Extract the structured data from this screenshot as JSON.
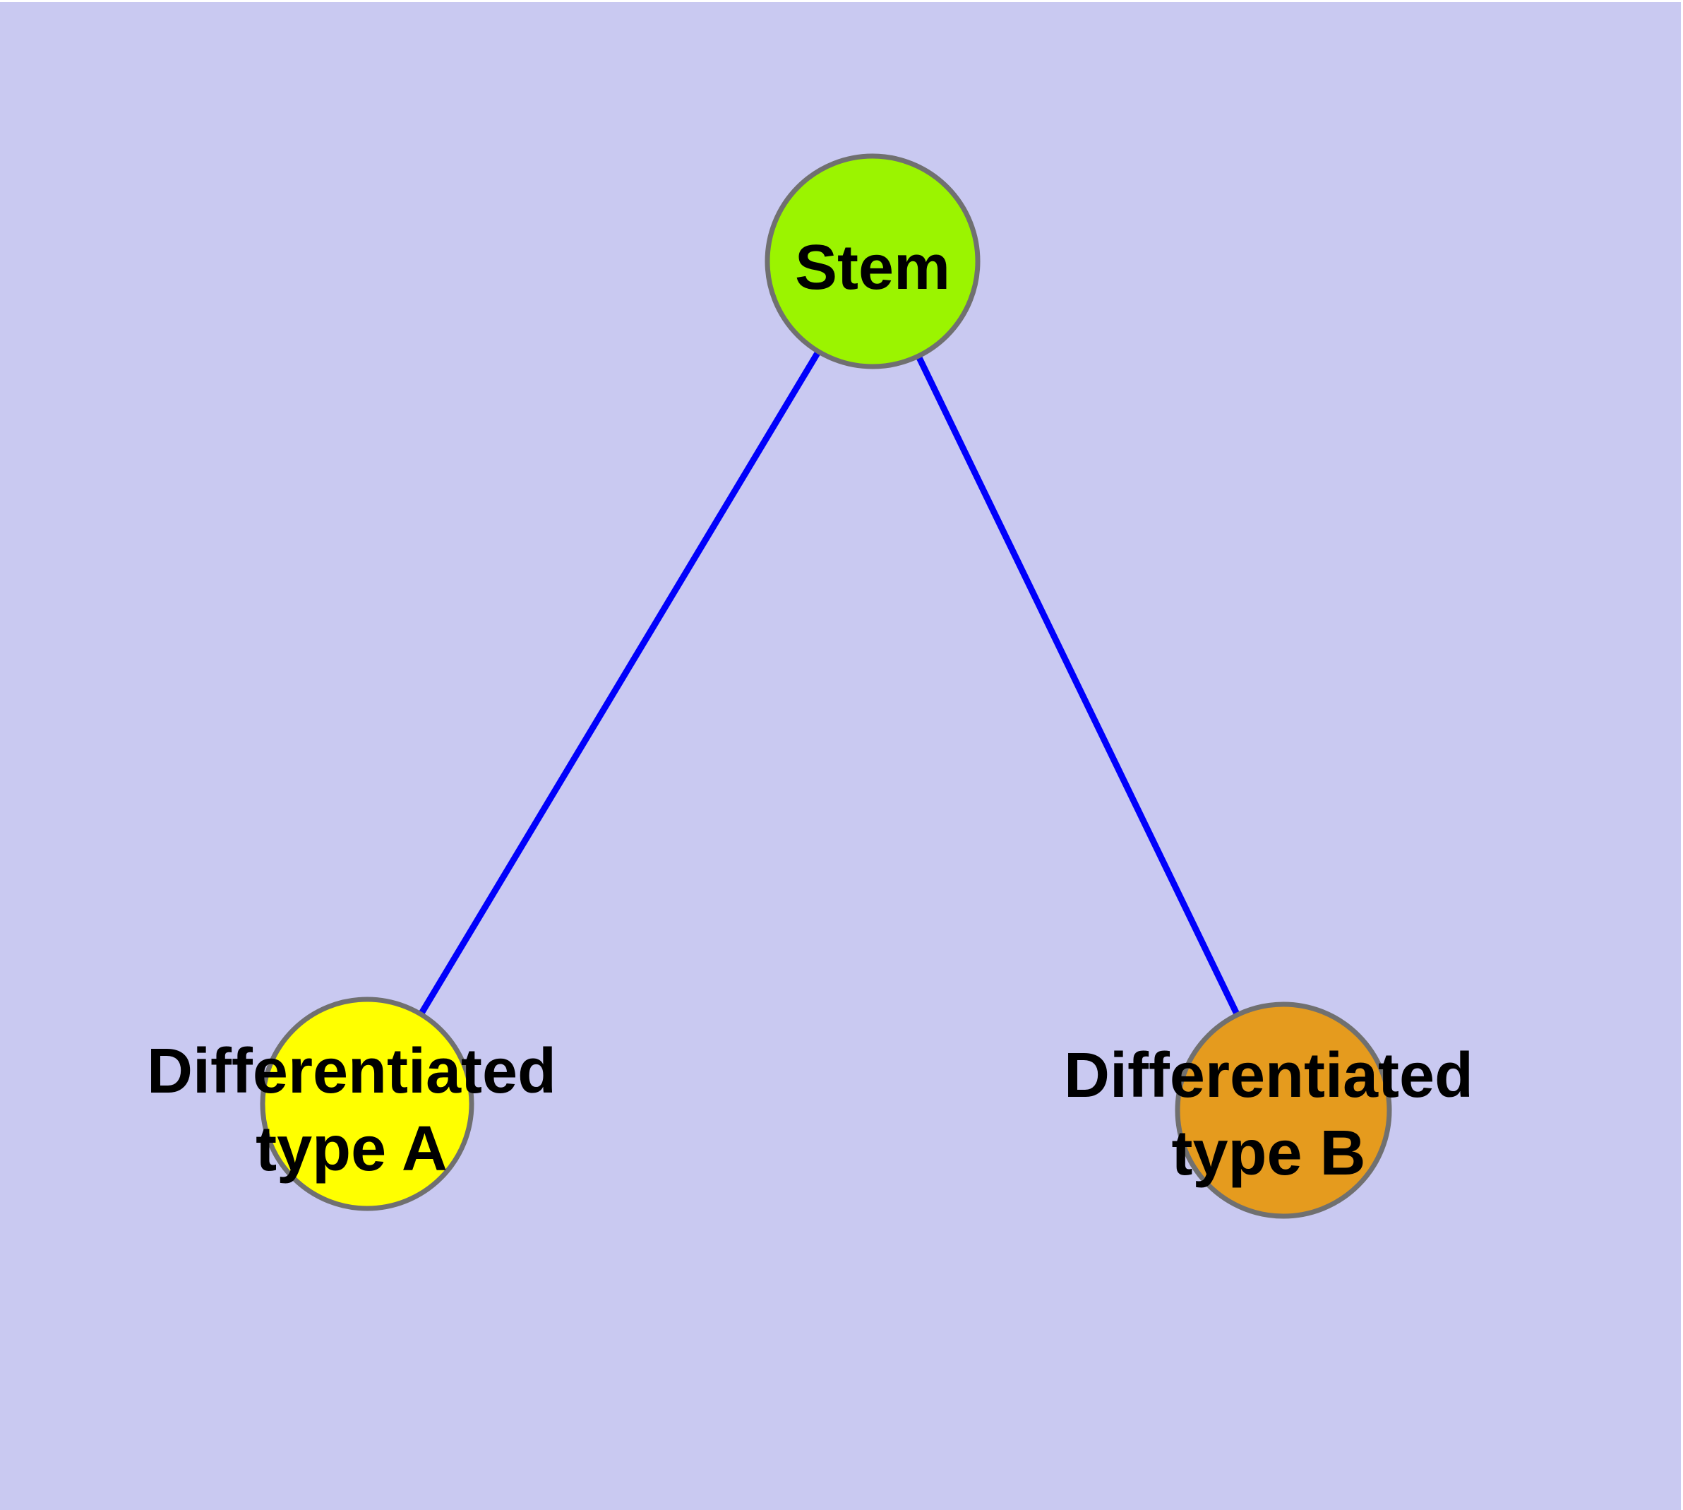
{
  "diagram": {
    "kind": "node-link-graph",
    "background_color": "#C9C9F1",
    "margin_color": "#FFFFFF",
    "edge_color": "#0000FB",
    "node_border_color": "#707070",
    "text_color": "#000000",
    "nodes": {
      "stem": {
        "label": "Stem",
        "fill": "#9BF400"
      },
      "type_a": {
        "label_line1": "Differentiated",
        "label_line2": "type A",
        "fill": "#FFFF00"
      },
      "type_b": {
        "label_line1": "Differentiated",
        "label_line2": "type B",
        "fill": "#E59B1E"
      }
    },
    "edges": [
      {
        "from": "Stem",
        "to": "Differentiated type A"
      },
      {
        "from": "Stem",
        "to": "Differentiated type B"
      }
    ]
  }
}
